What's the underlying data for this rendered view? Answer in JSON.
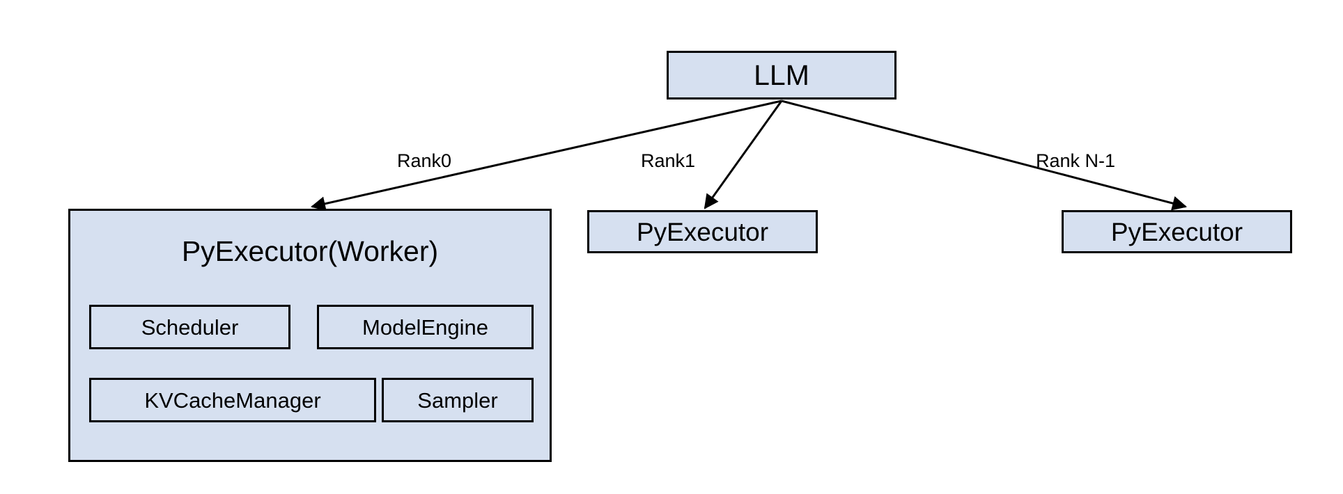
{
  "diagram": {
    "title": "LLM multi-rank PyExecutor architecture",
    "background_color": "#ffffff",
    "node_fill_color": "#d6e0f0",
    "node_border_color": "#000000",
    "edge_color": "#000000",
    "nodes": {
      "llm": {
        "label": "LLM"
      },
      "worker": {
        "label": "PyExecutor(Worker)"
      },
      "executor_rank1": {
        "label": "PyExecutor"
      },
      "executor_rankn": {
        "label": "PyExecutor"
      },
      "components": [
        {
          "label": "Scheduler"
        },
        {
          "label": "ModelEngine"
        },
        {
          "label": "KVCacheManager"
        },
        {
          "label": "Sampler"
        }
      ]
    },
    "edges": [
      {
        "label": "Rank0",
        "from": "llm",
        "to": "worker"
      },
      {
        "label": "Rank1",
        "from": "llm",
        "to": "executor_rank1"
      },
      {
        "label": "Rank N-1",
        "from": "llm",
        "to": "executor_rankn"
      }
    ]
  }
}
